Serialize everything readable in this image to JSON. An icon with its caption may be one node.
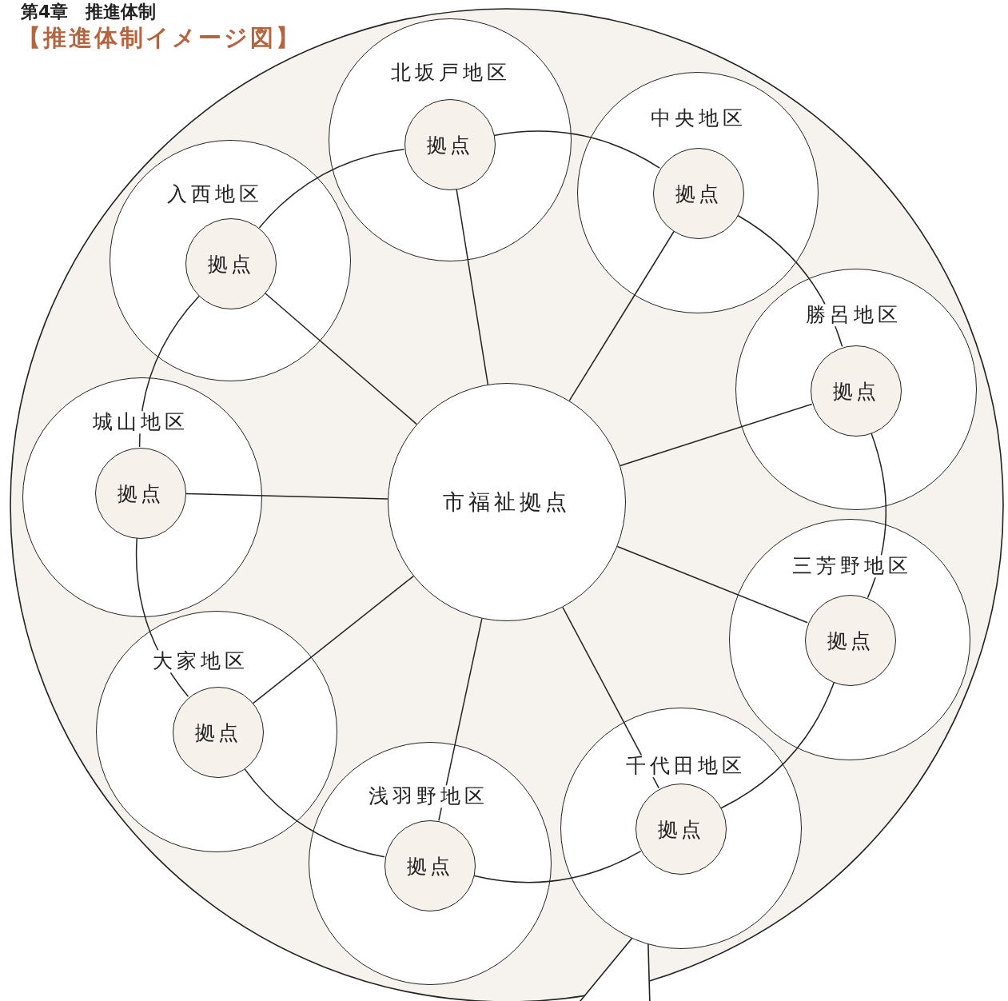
{
  "diagram": {
    "title": "【推進体制イメージ図】",
    "nodes": [
      {
        "text": [],
        "shape": "circle"
      },
      {
        "text": [
          "市福祉拠点"
        ],
        "in": 0
      },
      {
        "text": [
          "北坂戸地区"
        ],
        "in": 0
      },
      {
        "text": [
          "拠点"
        ],
        "in": 2
      },
      {
        "text": [
          "中央地区"
        ],
        "in": 0
      },
      {
        "text": [
          "拠点"
        ],
        "in": 4
      },
      {
        "text": [
          "入西地区"
        ],
        "in": 0
      },
      {
        "text": [
          "拠点"
        ],
        "in": 6
      },
      {
        "text": [
          "勝呂地区"
        ],
        "in": 0
      },
      {
        "text": [
          "拠点"
        ],
        "in": 8
      },
      {
        "text": [
          "城山地区"
        ],
        "in": 0
      },
      {
        "text": [
          "拠点"
        ],
        "in": 10
      },
      {
        "text": [
          "三芳野地区"
        ],
        "in": 0
      },
      {
        "text": [
          "拠点"
        ],
        "in": 12
      },
      {
        "text": [
          "大家地区"
        ],
        "in": 0
      },
      {
        "text": [
          "拠点"
        ],
        "in": 14
      },
      {
        "text": [
          "千代田地区"
        ],
        "in": 0
      },
      {
        "text": [
          "拠点"
        ],
        "in": 16
      },
      {
        "text": [
          "浅羽野地区"
        ],
        "in": 0
      },
      {
        "text": [
          "拠点"
        ],
        "in": 18
      }
    ],
    "edges": [
      {
        "from": 1,
        "to": 3,
        "arrow": "none"
      },
      {
        "from": 1,
        "to": 5,
        "arrow": "none"
      },
      {
        "from": 1,
        "to": 7,
        "arrow": "none"
      },
      {
        "from": 1,
        "to": 9,
        "arrow": "none"
      },
      {
        "from": 1,
        "to": 11,
        "arrow": "none"
      },
      {
        "from": 1,
        "to": 13,
        "arrow": "none"
      },
      {
        "from": 1,
        "to": 15,
        "arrow": "none"
      },
      {
        "from": 1,
        "to": 17,
        "arrow": "none"
      },
      {
        "from": 1,
        "to": 19,
        "arrow": "none"
      },
      {
        "from": 3,
        "to": 5,
        "arrow": "none"
      },
      {
        "from": 5,
        "to": 9,
        "arrow": "none"
      },
      {
        "from": 9,
        "to": 13,
        "arrow": "none"
      },
      {
        "from": 13,
        "to": 17,
        "arrow": "none"
      },
      {
        "from": 17,
        "to": 19,
        "arrow": "none"
      },
      {
        "from": 19,
        "to": 15,
        "arrow": "none"
      },
      {
        "from": 15,
        "to": 11,
        "arrow": "none"
      },
      {
        "from": 11,
        "to": 7,
        "arrow": "none"
      },
      {
        "from": 7,
        "to": 3,
        "arrow": "none"
      }
    ],
    "labels": [
      "第4章　推進体制"
    ]
  }
}
